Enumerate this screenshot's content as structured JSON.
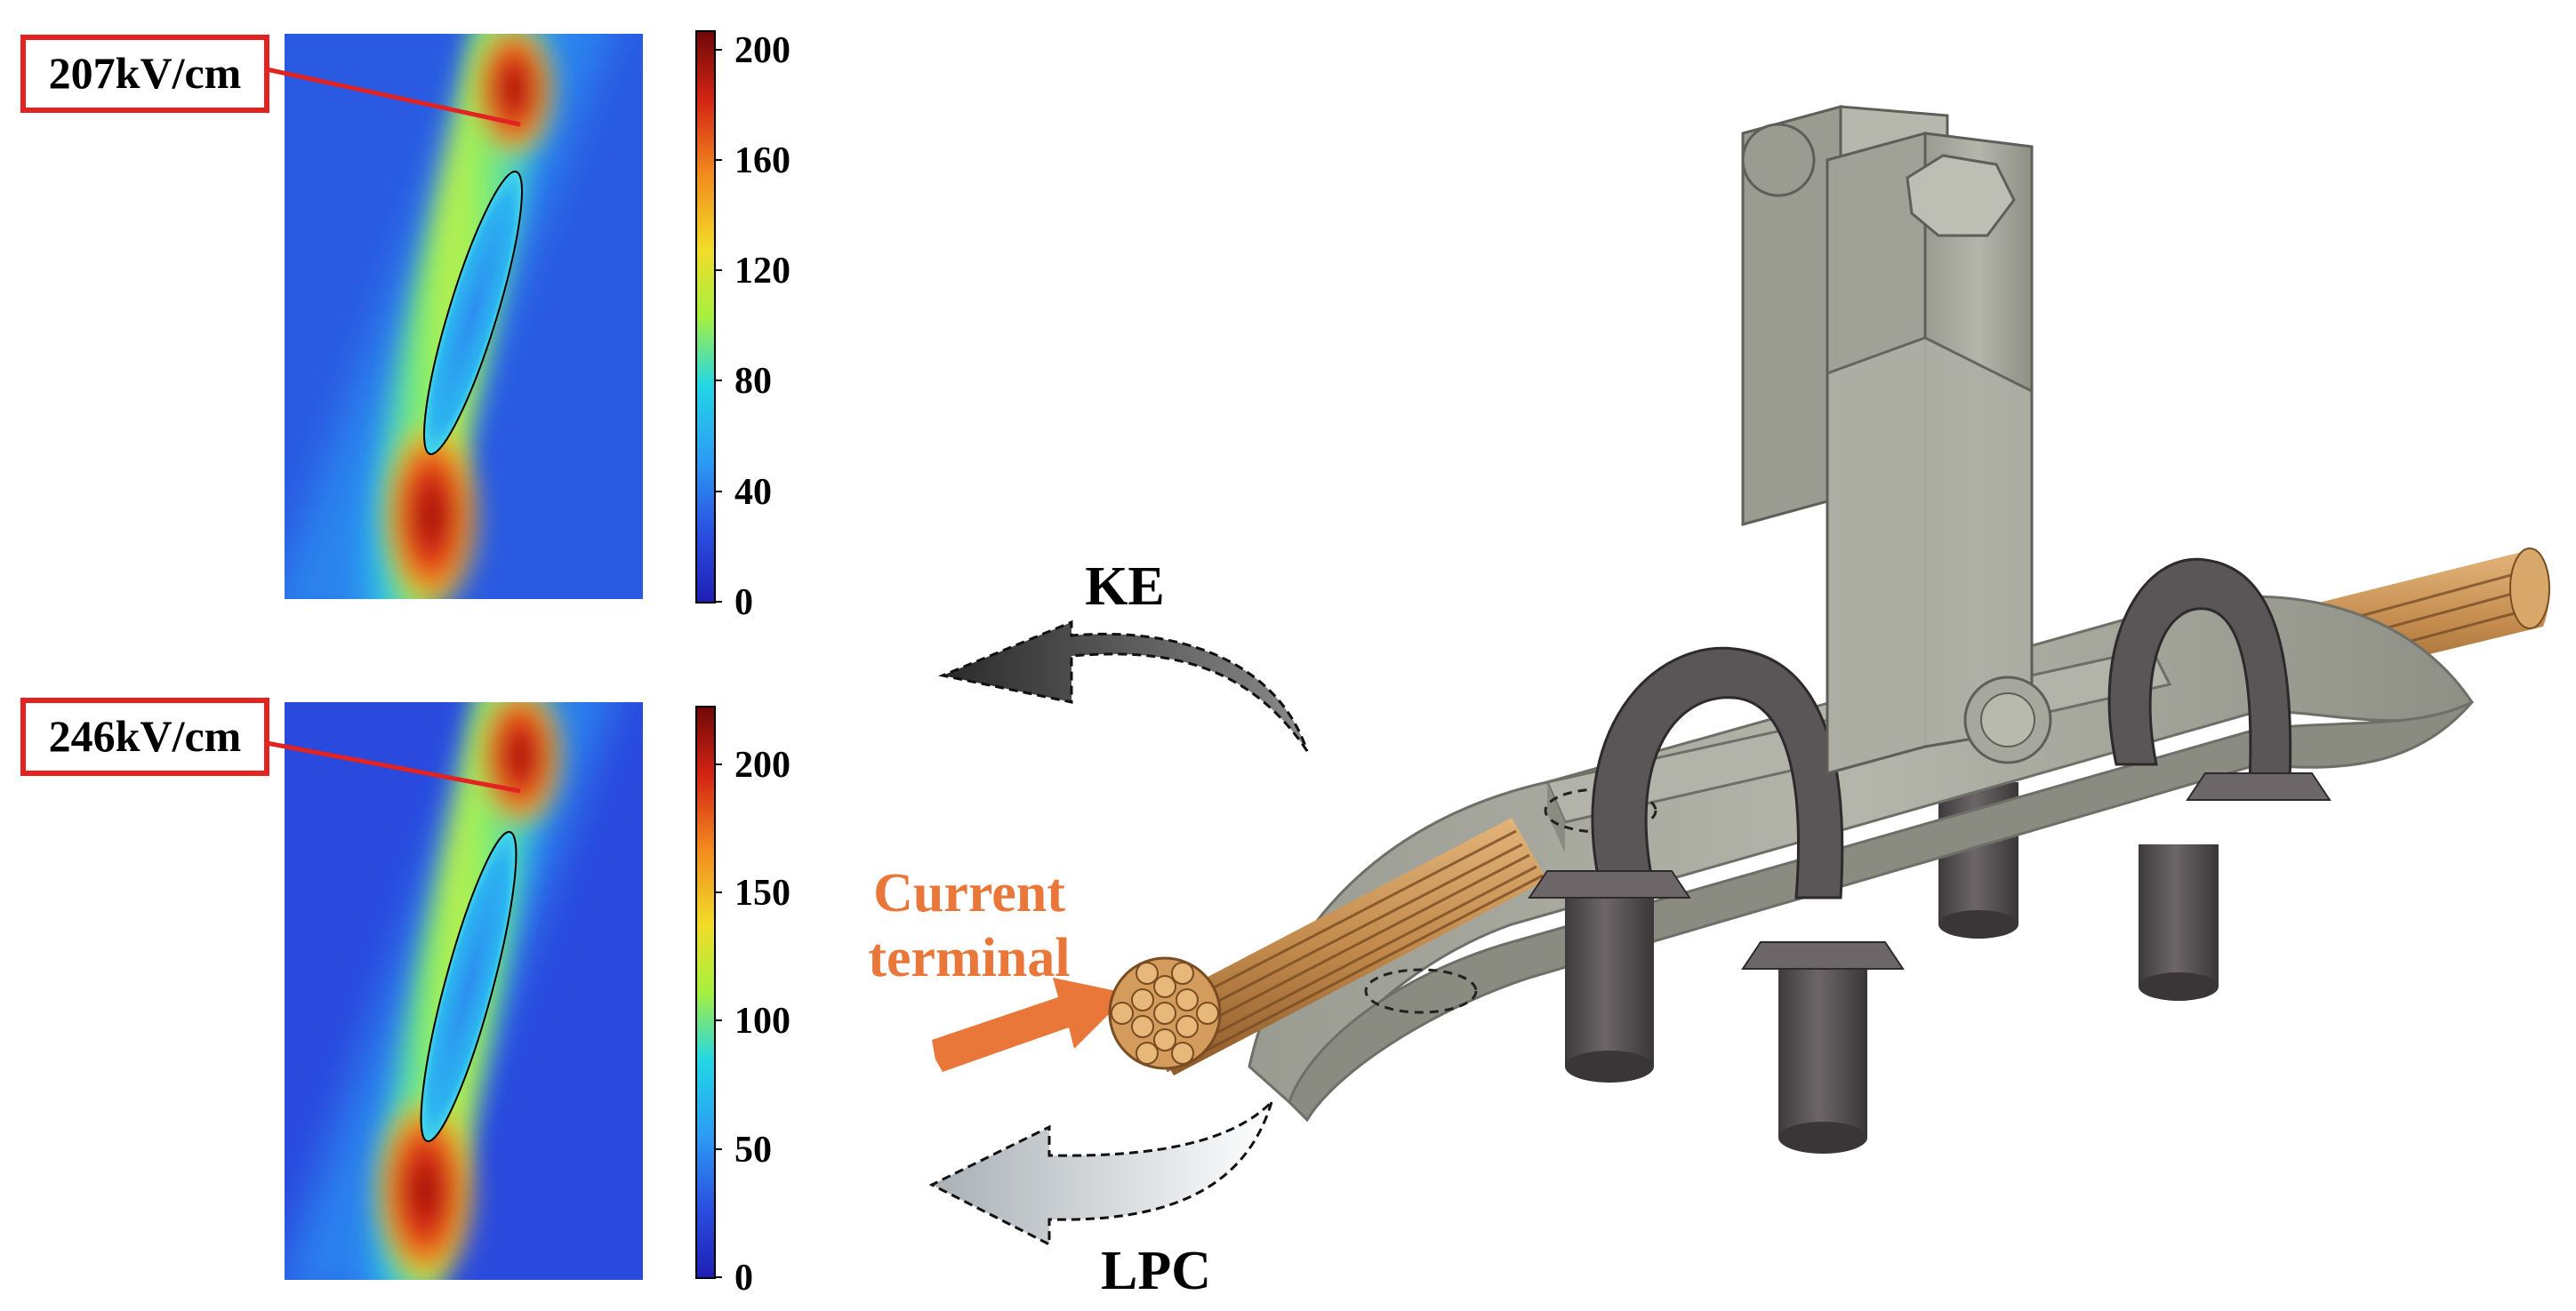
{
  "top_map": {
    "callout": "207kV/cm",
    "colorbar_ticks": [
      "200",
      "160",
      "120",
      "80",
      "40",
      "0"
    ]
  },
  "bottom_map": {
    "callout": "246kV/cm",
    "colorbar_ticks": [
      "200",
      "150",
      "100",
      "50",
      "0"
    ]
  },
  "arrows": {
    "ke_label": "KE",
    "lpc_label": "LPC"
  },
  "terminal": {
    "line1": "Current",
    "line2": "terminal",
    "color": "#e9773a"
  },
  "colors": {
    "callout_box": "#e32222",
    "jet": [
      "#2323c8",
      "#2c7cf0",
      "#22c8e8",
      "#9ef04a",
      "#f2e22a",
      "#f07d1e",
      "#d42414",
      "#7a0c0c"
    ],
    "hardware": "#a8aaa0",
    "bolt": "#5a5658",
    "conductor": "#c8955a"
  }
}
